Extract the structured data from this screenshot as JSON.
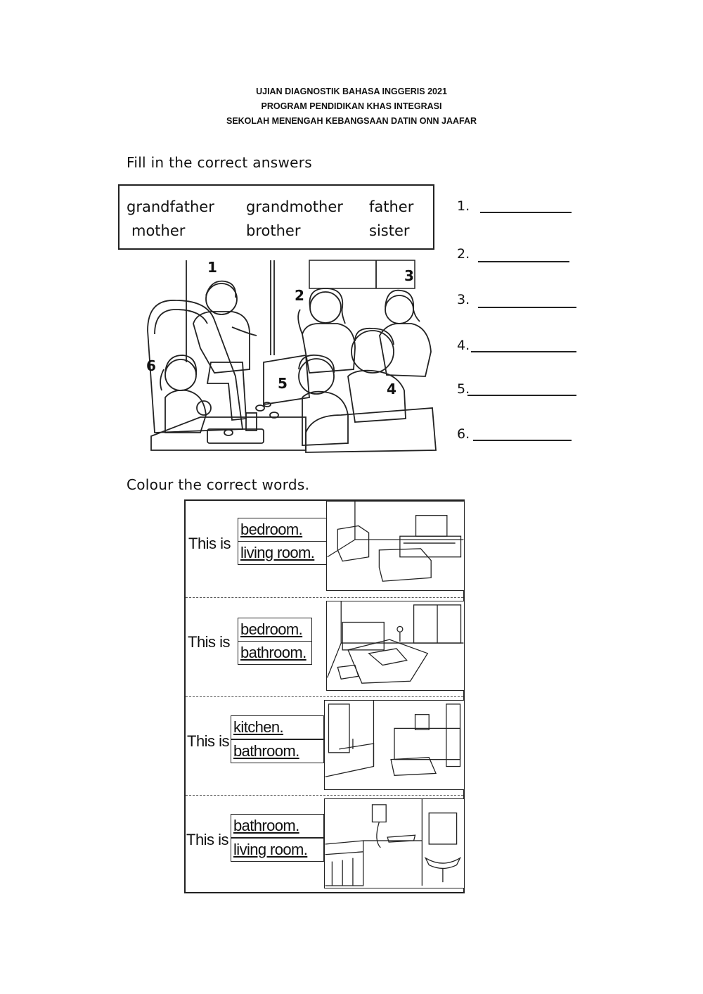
{
  "header": {
    "line1": "UJIAN DIAGNOSTIK BAHASA INGGERIS 2021",
    "line2": "PROGRAM PENDIDIKAN KHAS INTEGRASI",
    "line3": "SEKOLAH MENENGAH KEBANGSAAN DATIN ONN JAAFAR"
  },
  "section1": {
    "instruction": "Fill in the correct answers",
    "word_bank": [
      "grandfather",
      "grandmother",
      "father",
      "mother",
      "brother",
      "sister"
    ],
    "answers": [
      "1.",
      "2.",
      "3.",
      "4.",
      "5.",
      "6."
    ],
    "picture_labels": [
      "1",
      "2",
      "3",
      "4",
      "5",
      "6"
    ]
  },
  "section2": {
    "instruction": "Colour the correct words.",
    "rows": [
      {
        "prefix": "This is",
        "option1": "bedroom.",
        "option2": "living room.",
        "picture": "living-room"
      },
      {
        "prefix": "This is",
        "option1": "bedroom.",
        "option2": "bathroom.",
        "picture": "bedroom"
      },
      {
        "prefix": "This is",
        "option1": "kitchen.",
        "option2": "bathroom.",
        "picture": "kitchen"
      },
      {
        "prefix": "This is",
        "option1": "bathroom.",
        "option2": "living room.",
        "picture": "bathroom"
      }
    ]
  }
}
